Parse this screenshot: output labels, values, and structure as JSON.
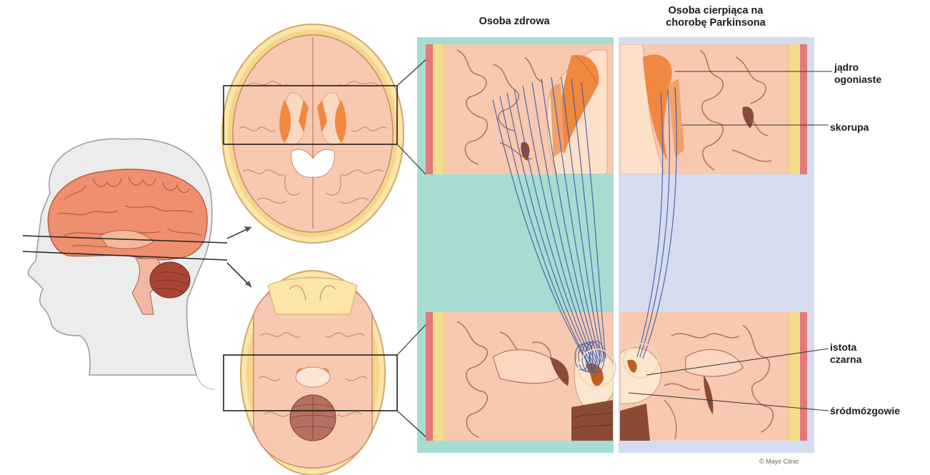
{
  "headers": {
    "healthy": "Osoba zdrowa",
    "parkinson": "Osoba cierpiąca na\nchorobę Parkinsona"
  },
  "labels": {
    "caudate": "jądro\nogoniaste",
    "putamen": "skorupa",
    "substantia_nigra": "istota\nczarna",
    "midbrain": "śródmózgowie"
  },
  "copyright": "© Mayo Clinic",
  "colors": {
    "healthy_panel": "#a7dcd2",
    "parkinson_panel": "#d6dcf0",
    "brain_tissue": "#f8c9b0",
    "basal_ganglia": "#f0883f",
    "pathway": "#3d5ba8",
    "skull": "#f3dd8a",
    "scalp": "#e5787a"
  }
}
